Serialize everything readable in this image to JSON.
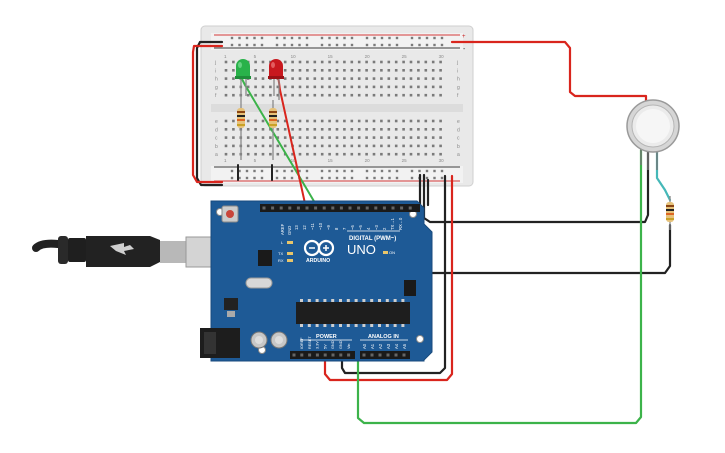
{
  "board": {
    "header_digital": "DIGITAL (PWM~)",
    "brand": "ARDUINO",
    "model": "UNO",
    "on_label": "ON",
    "tx_label": "TX",
    "rx_label": "RX",
    "l_label": "L",
    "aref_label": "AREF",
    "gnd_label": "GND",
    "power_label": "POWER",
    "analog_label": "ANALOG IN",
    "digital_pins": [
      "13",
      "12",
      "~11",
      "~10",
      "~9",
      "8",
      "7",
      "~6",
      "~5",
      "4",
      "~3",
      "2",
      "TX→1",
      "RX←0"
    ],
    "power_pins": [
      "IOREF",
      "RESET",
      "3.3V",
      "5V",
      "GND",
      "GND",
      "Vin"
    ],
    "analog_pins": [
      "A0",
      "A1",
      "A2",
      "A3",
      "A4",
      "A5"
    ]
  },
  "breadboard": {
    "rows_top": [
      "j",
      "i",
      "h",
      "g",
      "f"
    ],
    "rows_bottom": [
      "e",
      "d",
      "c",
      "b",
      "a"
    ],
    "column_numbers": [
      "1",
      "5",
      "10",
      "15",
      "20",
      "25",
      "30"
    ],
    "rail_plus": "+",
    "rail_minus": "-"
  },
  "colors": {
    "board": "#1e5a96",
    "wire_red": "#d9251d",
    "wire_black": "#222222",
    "wire_green": "#3cb34a",
    "wire_teal": "#45b8b8",
    "led_green": "#29b24a",
    "led_red": "#c8181e"
  }
}
